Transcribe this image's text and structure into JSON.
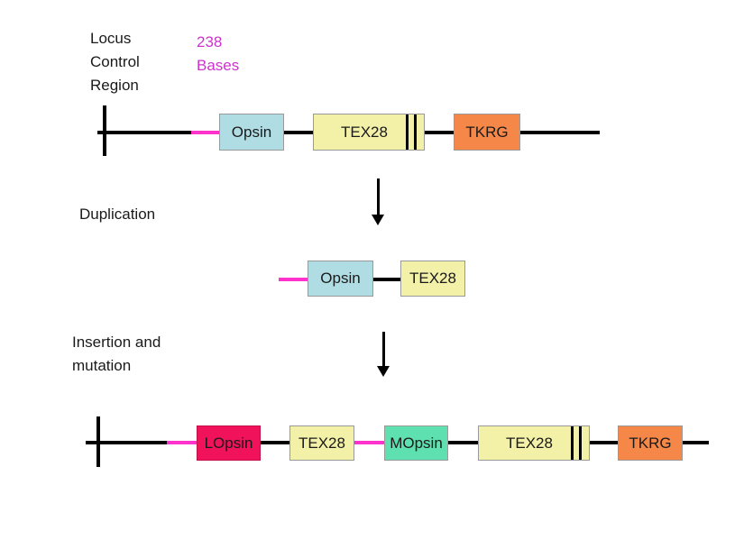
{
  "labels": {
    "locus_control_region": "Locus\nControl\nRegion",
    "bases": "238\nBases",
    "duplication": "Duplication",
    "insertion": "Insertion and\nmutation"
  },
  "colors": {
    "opsin": "#b0dde4",
    "tex28": "#f3f0a8",
    "tkrg": "#f58848",
    "lopsin": "#f0125a",
    "mopsin": "#5ee0b0",
    "spacer_238": "#ff33cc",
    "backbone": "#000000"
  },
  "top_row": {
    "opsin": "Opsin",
    "tex28": "TEX28",
    "tkrg": "TKRG"
  },
  "middle_row": {
    "opsin": "Opsin",
    "tex28": "TEX28"
  },
  "bottom_row": {
    "lopsin": "LOpsin",
    "tex28_a": "TEX28",
    "mopsin": "MOpsin",
    "tex28_b": "TEX28",
    "tkrg": "TKRG"
  }
}
